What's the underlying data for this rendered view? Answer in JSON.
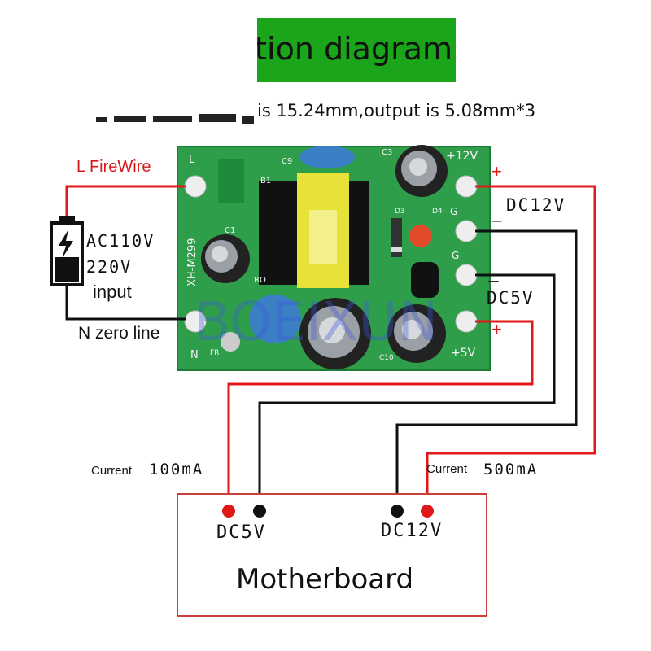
{
  "header": {
    "title": "ection diagram",
    "subtitle": "is 15.24mm,output is 5.08mm*3"
  },
  "input": {
    "l_label": "L FireWire",
    "voltage_a": "AC110V",
    "voltage_b": "220V",
    "input_label": "input",
    "n_label": "N zero line"
  },
  "outputs": {
    "plus_top": "+",
    "dc12_label": "DC12V",
    "minus_top": "_",
    "minus_mid": "_",
    "dc5_label": "DC5V",
    "plus_bottom": "+"
  },
  "board": {
    "model": "XH-M299",
    "pin_plus12": "+12V",
    "pin_plus5": "+5V",
    "pin_l": "L",
    "pin_n": "N",
    "pin_g1": "G",
    "pin_g2": "G",
    "ref_c1": "C1",
    "ref_c3": "C3",
    "ref_c9": "C9",
    "ref_b1": "B1",
    "ref_d3": "D3",
    "ref_d4": "D4",
    "ref_ro": "RO",
    "ref_c10": "C10",
    "ref_fr": "FR",
    "watermark": "BOEIXUN"
  },
  "currents": {
    "left_prefix": "Current",
    "left_value": "100mA",
    "right_prefix": "Current",
    "right_value": "500mA"
  },
  "motherboard": {
    "label": "Motherboard",
    "dc5_label": "DC5V",
    "dc12_label": "DC12V"
  },
  "colors": {
    "title_bg": "#1aa51a",
    "wire_red": "#e01818",
    "wire_black": "#111111",
    "pcb_green": "#2f9e4a",
    "label_red": "#d91a1a"
  }
}
